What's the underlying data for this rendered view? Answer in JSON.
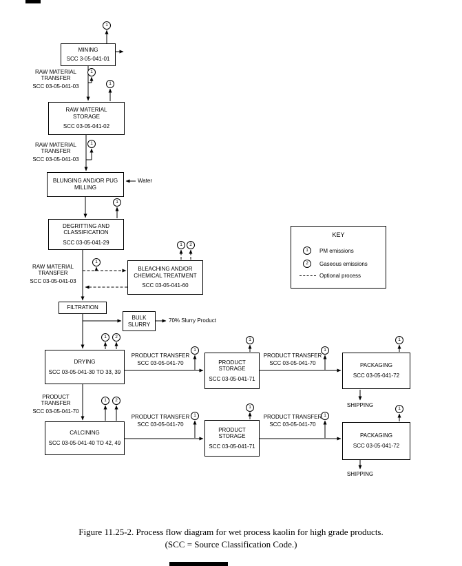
{
  "figure": {
    "boxes": {
      "mining": {
        "title": "MINING",
        "scc": "SCC 3-05-041-01"
      },
      "raw_material_storage": {
        "title": "RAW MATERIAL STORAGE",
        "scc": "SCC 03-05-041-02"
      },
      "blunging": {
        "title": "BLUNGING AND/OR PUG MILLING"
      },
      "degritting": {
        "title": "DEGRITTING AND CLASSIFICATION",
        "scc": "SCC 03-05-041-29"
      },
      "bleaching": {
        "title": "BLEACHING AND/OR CHEMICAL TREATMENT",
        "scc": "SCC 03-05-041-60"
      },
      "filtration": {
        "title": "FILTRATION"
      },
      "bulk_slurry": {
        "title": "BULK SLURRY"
      },
      "drying": {
        "title": "DRYING",
        "scc": "SCC 03-05-041-30 TO 33, 39"
      },
      "product_storage": {
        "title": "PRODUCT STORAGE",
        "scc": "SCC 03-05-041-71"
      },
      "packaging": {
        "title": "PACKAGING",
        "scc": "SCC 03-05-041-72"
      },
      "calcining": {
        "title": "CALCINING",
        "scc": "SCC 03-05-041-40 TO 42, 49"
      }
    },
    "transfer_labels": {
      "raw_material_transfer": {
        "title": "RAW MATERIAL TRANSFER",
        "scc": "SCC 03-05-041-03"
      },
      "product_transfer": {
        "title": "PRODUCT TRANSFER",
        "scc": "SCC 03-05-041-70"
      }
    },
    "annotations": {
      "water": "Water",
      "slurry_product": "70% Slurry Product",
      "shipping": "SHIPPING"
    },
    "markers": {
      "pm": "1",
      "gaseous": "2"
    },
    "key": {
      "title": "KEY",
      "items": [
        {
          "symbol": "1",
          "label": "PM emissions"
        },
        {
          "symbol": "2",
          "label": "Gaseous emissions"
        },
        {
          "symbol": "dashed",
          "label": "Optional process"
        }
      ]
    },
    "caption": {
      "line1": "Figure 11.25-2.  Process flow diagram for wet process kaolin for high grade products.",
      "line2": "(SCC = Source Classification Code.)"
    }
  }
}
